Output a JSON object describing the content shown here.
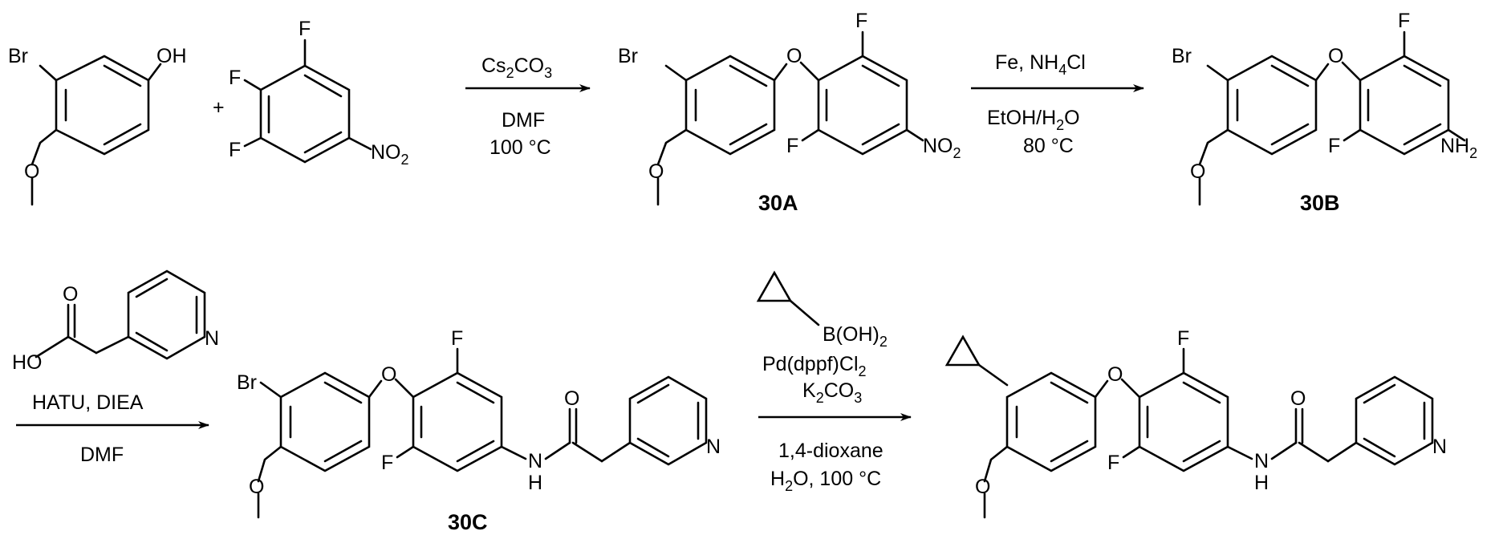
{
  "scheme": {
    "reactant1": {
      "br": "Br",
      "oh": "OH"
    },
    "plus": "+",
    "reactant2": {
      "f1": "F",
      "f2": "F",
      "f3": "F",
      "no2_main": "NO",
      "no2_sub": "2"
    },
    "step1": {
      "reagent_main": "Cs",
      "reagent_sub1": "2",
      "reagent_mid": "CO",
      "reagent_sub2": "3",
      "solvent": "DMF",
      "temp": "100 °C"
    },
    "cpd30A": {
      "label": "30A",
      "br": "Br",
      "o": "O",
      "f1": "F",
      "f2": "F",
      "no2_main": "NO",
      "no2_sub": "2"
    },
    "step2": {
      "line1_a": "Fe, NH",
      "line1_sub": "4",
      "line1_b": "Cl",
      "line2_a": "EtOH/H",
      "line2_sub": "2",
      "line2_b": "O",
      "temp": "80 °C"
    },
    "cpd30B": {
      "label": "30B",
      "br": "Br",
      "o": "O",
      "f1": "F",
      "f2": "F",
      "nh2_main": "NH",
      "nh2_sub": "2"
    },
    "step3": {
      "acid_o": "O",
      "acid_ho": "HO",
      "pyr_n": "N",
      "coupling": "HATU, DIEA",
      "solvent": "DMF"
    },
    "cpd30C": {
      "label": "30C",
      "br": "Br",
      "o": "O",
      "f1": "F",
      "f2": "F",
      "amide_o": "O",
      "nh_n": "N",
      "nh_h": "H",
      "pyr_n": "N"
    },
    "step4": {
      "boronic_main": "B(OH)",
      "boronic_sub": "2",
      "cat_a": "Pd(dppf)Cl",
      "cat_sub": "2",
      "base_a": "K",
      "base_sub1": "2",
      "base_b": "CO",
      "base_sub2": "3",
      "solvent": "1,4-dioxane",
      "cond_a": "H",
      "cond_sub": "2",
      "cond_b": "O, 100 °C"
    },
    "product": {
      "o": "O",
      "f1": "F",
      "f2": "F",
      "amide_o": "O",
      "nh_n": "N",
      "nh_h": "H",
      "pyr_n": "N"
    }
  }
}
